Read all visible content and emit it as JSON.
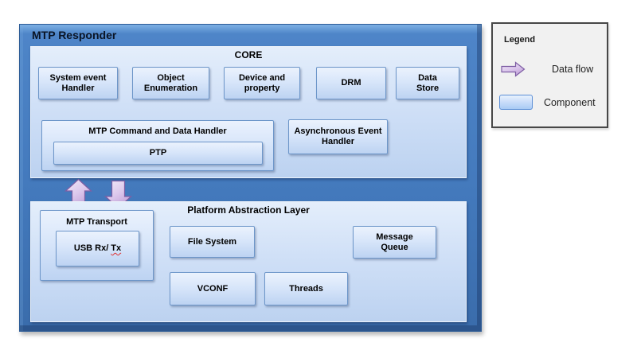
{
  "diagram": {
    "title": "MTP Responder",
    "core": {
      "title": "CORE",
      "components": [
        "System event Handler",
        "Object Enumeration",
        "Device and property",
        "DRM",
        "Data Store"
      ],
      "command_handler": {
        "label": "MTP Command and Data Handler",
        "child": "PTP"
      },
      "async_handler": "Asynchronous Event Handler"
    },
    "pal": {
      "title": "Platform Abstraction Layer",
      "transport": {
        "label": "MTP Transport",
        "child_prefix": "USB Rx/",
        "child_misspelled": "Tx"
      },
      "components": [
        "File System",
        "Message Queue",
        "VCONF",
        "Threads"
      ]
    },
    "data_flow_arrows": [
      "up",
      "down"
    ]
  },
  "legend": {
    "title": "Legend",
    "items": [
      {
        "icon": "data-flow-arrow-icon",
        "label": "Data flow"
      },
      {
        "icon": "component-swatch-icon",
        "label": "Component"
      }
    ]
  },
  "colors": {
    "outer_fill": "#4379bc",
    "outer_border": "#2d5c97",
    "panel_fill": "#d0e0f7",
    "component_fill": "#d8e6fa",
    "component_border": "#6d96c9",
    "arrow_fill": "#dcc8ec",
    "arrow_border": "#7e5ea4",
    "legend_background": "#f1f1f1",
    "legend_border": "#474747",
    "spellcheck_underline": "#e03030"
  }
}
